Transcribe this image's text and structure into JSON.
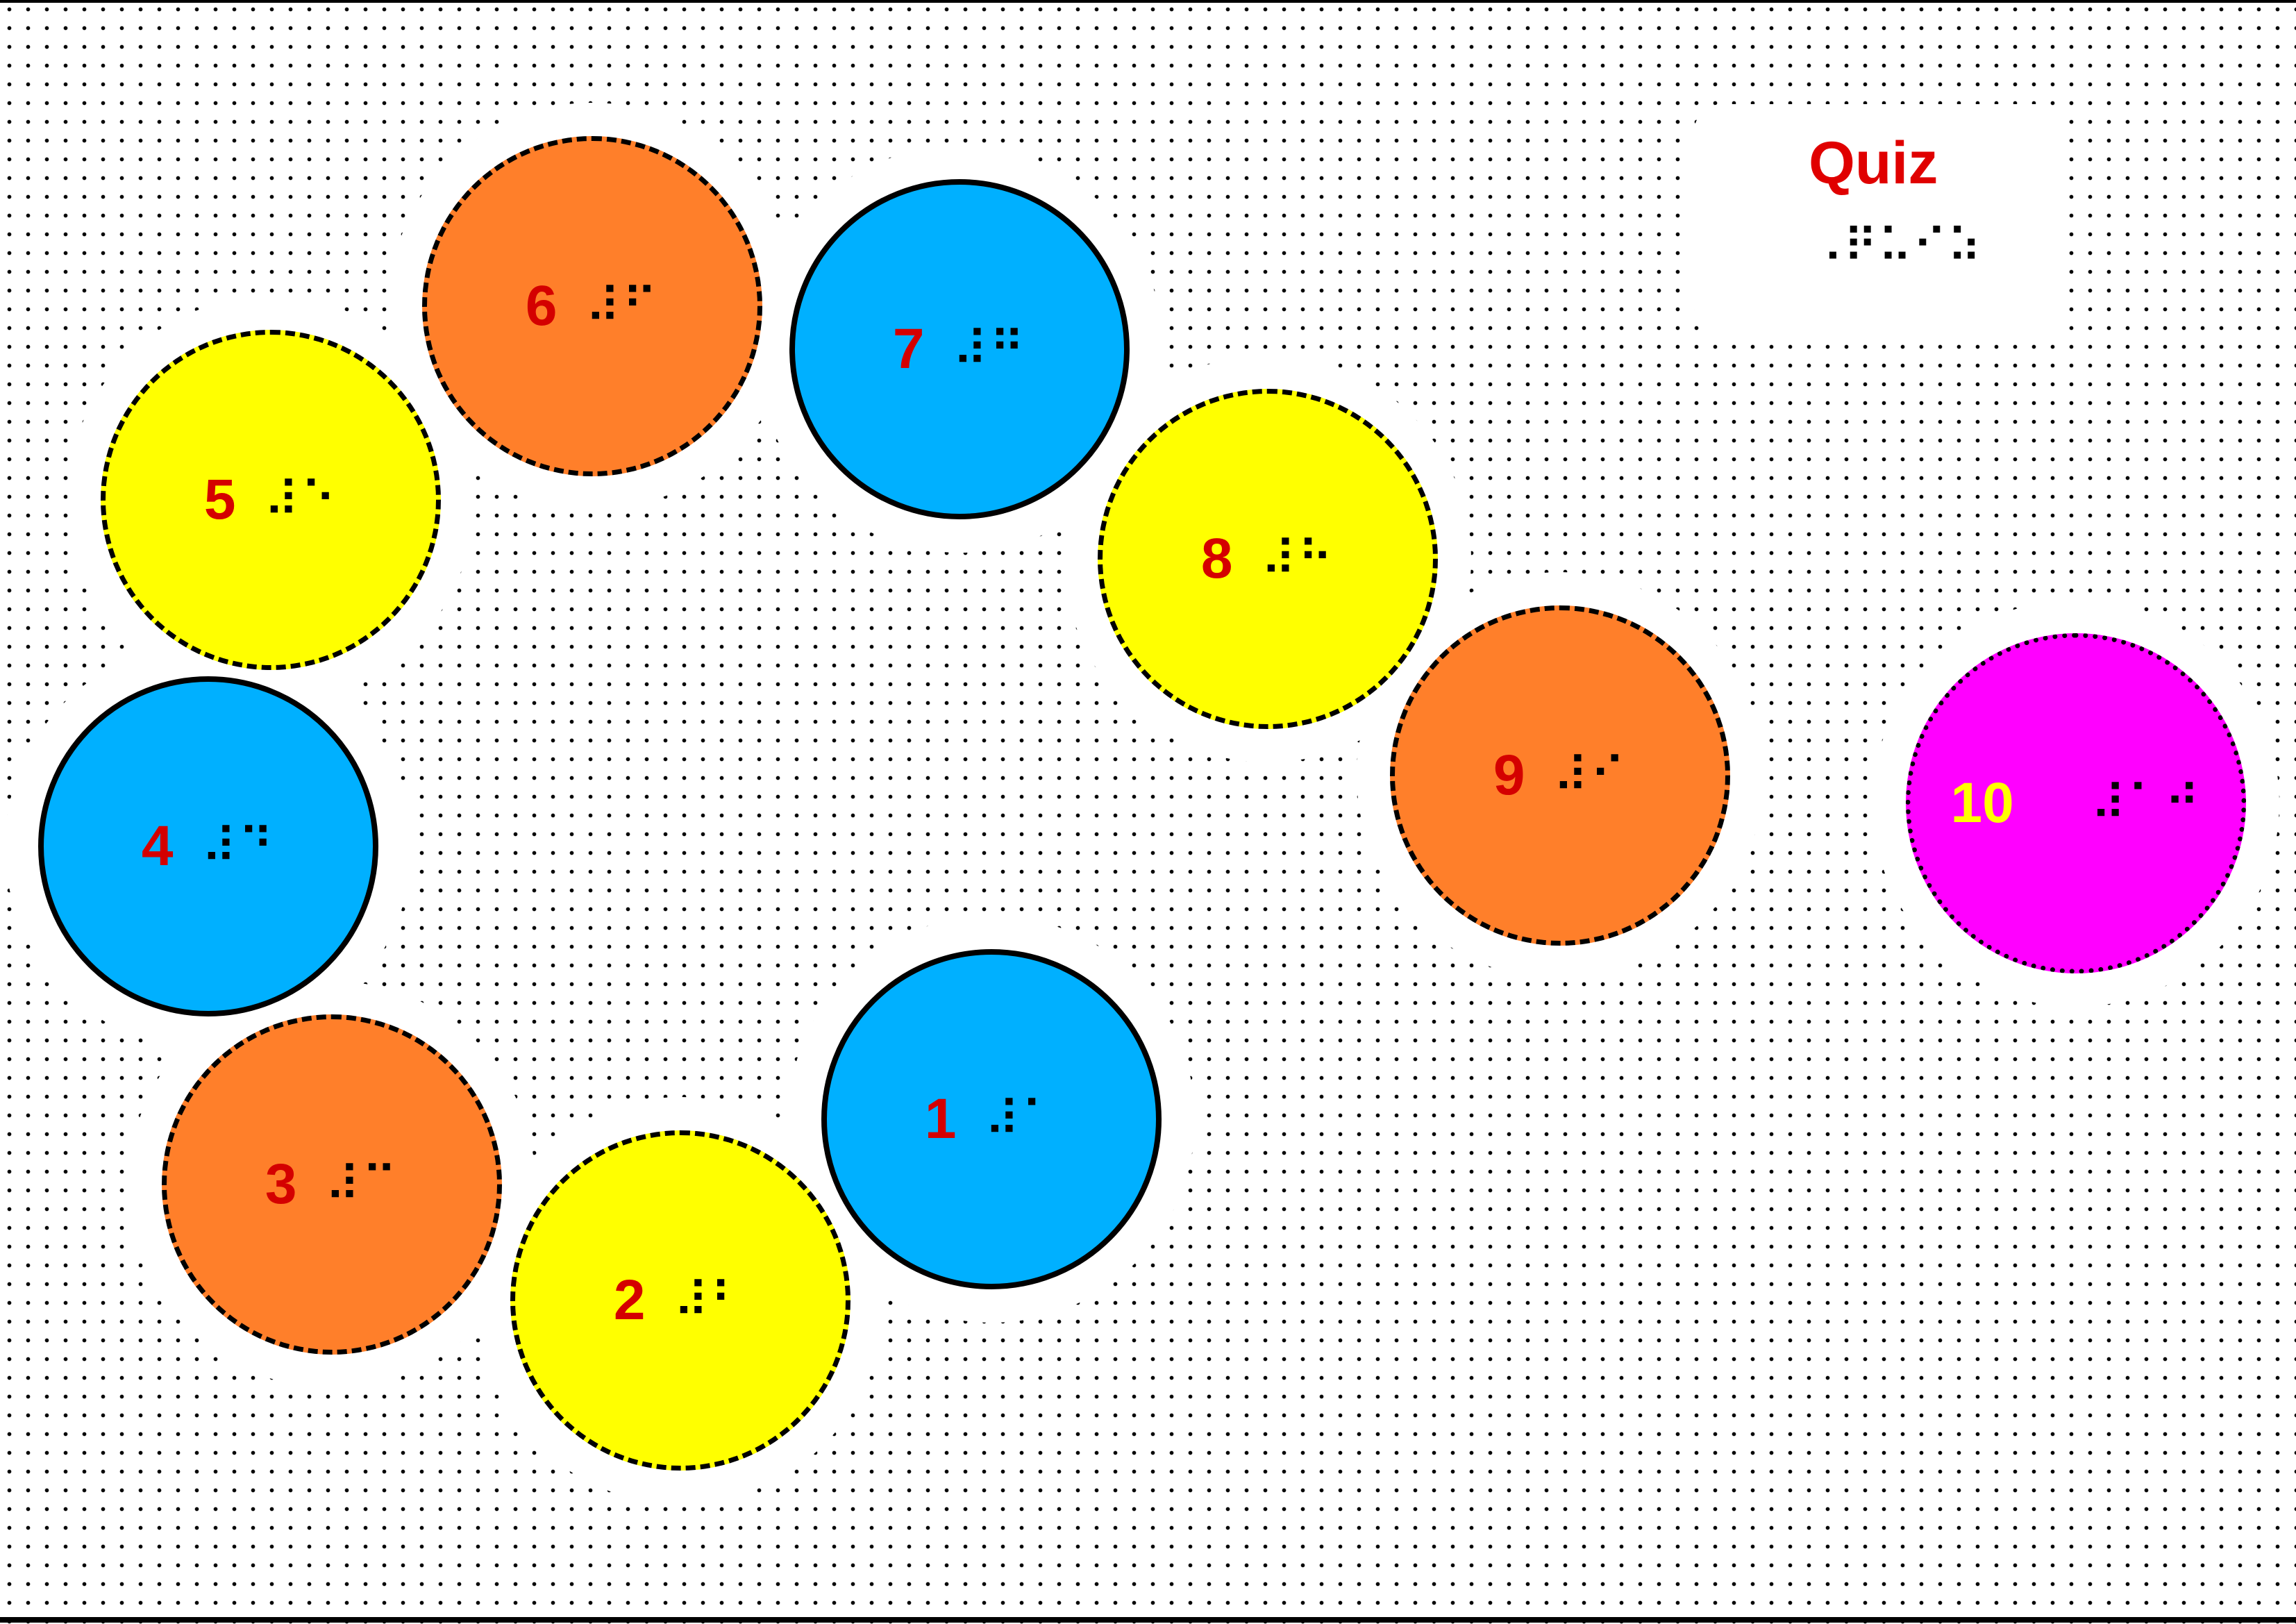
{
  "quiz": {
    "title": "Quiz",
    "braille": "⠠⠟⠥⠊⠵",
    "title_color": "#e00000"
  },
  "colors": {
    "blue": "#00b0ff",
    "orange": "#ff7f2a",
    "yellow": "#ffff00",
    "magenta": "#ff00ff",
    "number_red": "#d40000",
    "number_yellow": "#ffff00"
  },
  "spaces": [
    {
      "number": "1",
      "braille": "⠼⠁",
      "fill": "blue",
      "border": "solid"
    },
    {
      "number": "2",
      "braille": "⠼⠃",
      "fill": "yellow",
      "border": "dashed"
    },
    {
      "number": "3",
      "braille": "⠼⠉",
      "fill": "orange",
      "border": "dashdot"
    },
    {
      "number": "4",
      "braille": "⠼⠙",
      "fill": "blue",
      "border": "solid"
    },
    {
      "number": "5",
      "braille": "⠼⠑",
      "fill": "yellow",
      "border": "dashed"
    },
    {
      "number": "6",
      "braille": "⠼⠋",
      "fill": "orange",
      "border": "dashdot"
    },
    {
      "number": "7",
      "braille": "⠼⠛",
      "fill": "blue",
      "border": "solid"
    },
    {
      "number": "8",
      "braille": "⠼⠓",
      "fill": "yellow",
      "border": "dashed"
    },
    {
      "number": "9",
      "braille": "⠼⠊",
      "fill": "orange",
      "border": "dashdot"
    },
    {
      "number": "10",
      "braille": "⠼⠁⠚",
      "fill": "magenta",
      "border": "dotted"
    }
  ]
}
